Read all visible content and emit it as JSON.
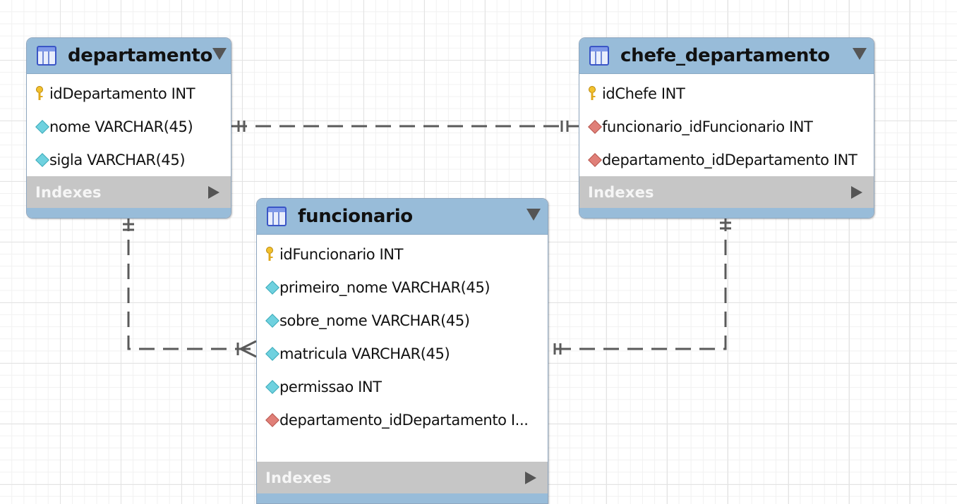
{
  "tables": {
    "departamento": {
      "name": "departamento",
      "columns": [
        {
          "text": "idDepartamento INT",
          "kind": "primary-key"
        },
        {
          "text": "nome VARCHAR(45)",
          "kind": "attribute"
        },
        {
          "text": "sigla VARCHAR(45)",
          "kind": "attribute"
        }
      ],
      "indexes_label": "Indexes"
    },
    "chefe_departamento": {
      "name": "chefe_departamento",
      "columns": [
        {
          "text": "idChefe INT",
          "kind": "primary-key"
        },
        {
          "text": "funcionario_idFuncionario INT",
          "kind": "foreign-key"
        },
        {
          "text": "departamento_idDepartamento INT",
          "kind": "foreign-key"
        }
      ],
      "indexes_label": "Indexes"
    },
    "funcionario": {
      "name": "funcionario",
      "columns": [
        {
          "text": "idFuncionario INT",
          "kind": "primary-key"
        },
        {
          "text": "primeiro_nome VARCHAR(45)",
          "kind": "attribute"
        },
        {
          "text": "sobre_nome VARCHAR(45)",
          "kind": "attribute"
        },
        {
          "text": "matricula VARCHAR(45)",
          "kind": "attribute"
        },
        {
          "text": "permissao INT",
          "kind": "attribute"
        },
        {
          "text": "departamento_idDepartamento I...",
          "kind": "foreign-key"
        }
      ],
      "indexes_label": "Indexes"
    }
  },
  "relationships": [
    {
      "from": "departamento",
      "to": "chefe_departamento",
      "from_cardinality": "one-and-only-one",
      "to_cardinality": "one-and-only-one",
      "style": "dashed"
    },
    {
      "from": "departamento",
      "to": "funcionario",
      "from_cardinality": "one-and-only-one",
      "to_cardinality": "one-or-many",
      "style": "dashed"
    },
    {
      "from": "chefe_departamento",
      "to": "funcionario",
      "from_cardinality": "one-and-only-one",
      "to_cardinality": "one-and-only-one",
      "style": "dashed"
    }
  ],
  "colors": {
    "header": "#98bcd9",
    "indexes_bar": "#c6c6c6",
    "line": "#5a5a5a",
    "primary_key": "#f2c12e",
    "attribute": "#6fd1df",
    "foreign_key": "#e07f78"
  },
  "icons": {
    "table": "table-icon",
    "collapse": "collapse-triangle-icon",
    "expand": "expand-triangle-icon",
    "primary_key": "key-icon",
    "attribute": "diamond-icon",
    "foreign_key": "diamond-icon"
  }
}
